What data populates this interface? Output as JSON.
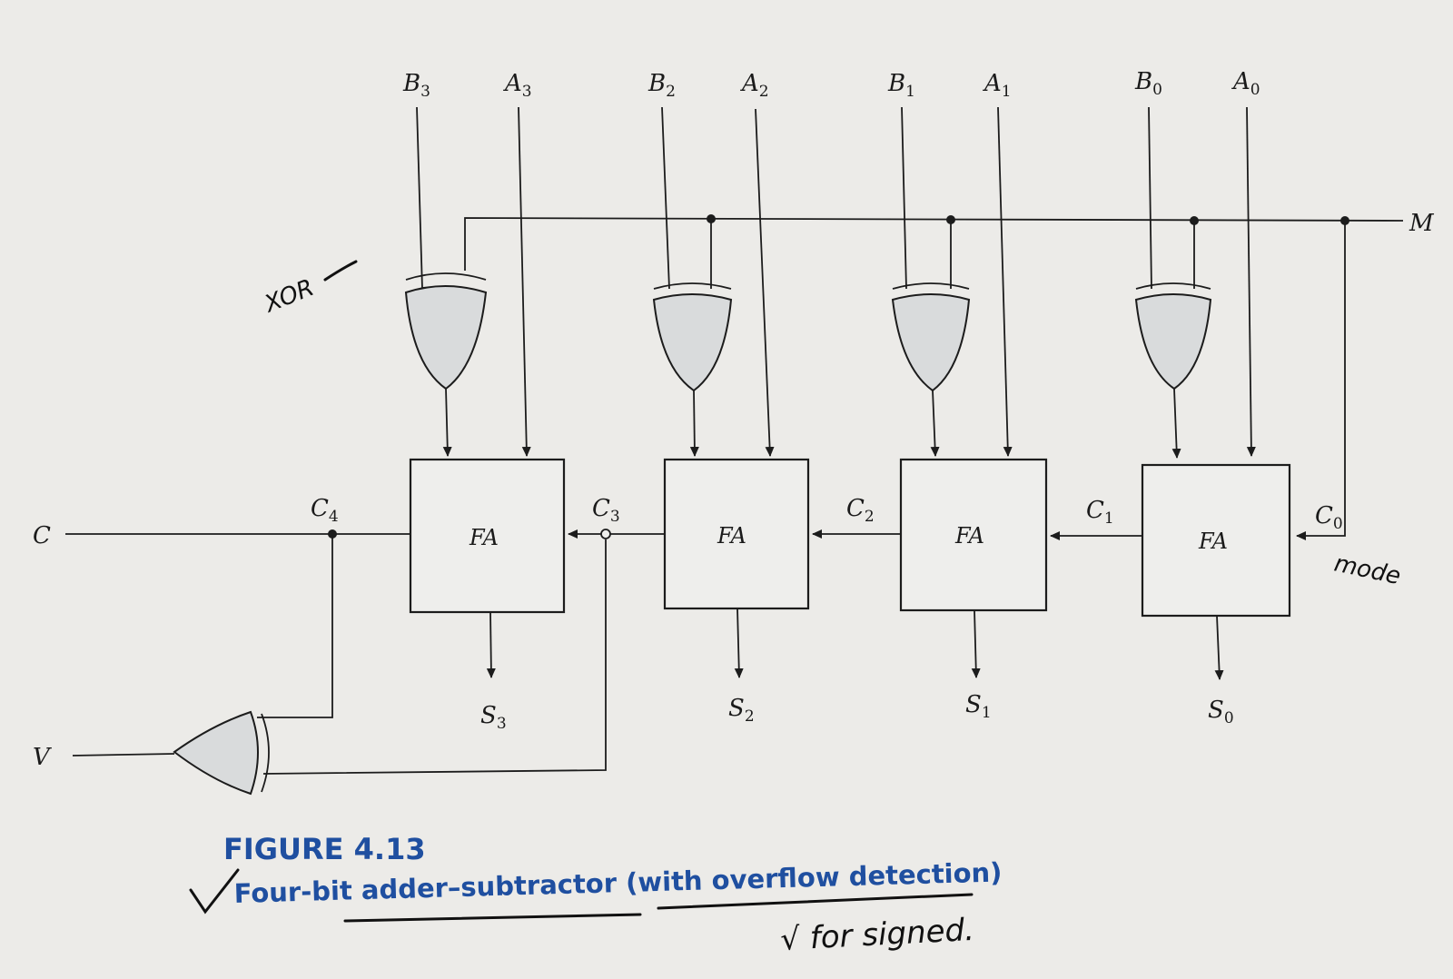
{
  "inputs": [
    {
      "b": "B",
      "b_sub": "3",
      "a": "A",
      "a_sub": "3"
    },
    {
      "b": "B",
      "b_sub": "2",
      "a": "A",
      "a_sub": "2"
    },
    {
      "b": "B",
      "b_sub": "1",
      "a": "A",
      "a_sub": "1"
    },
    {
      "b": "B",
      "b_sub": "0",
      "a": "A",
      "a_sub": "0"
    }
  ],
  "mode_line": "M",
  "adder_label": "FA",
  "carries": [
    {
      "c": "C",
      "sub": "4"
    },
    {
      "c": "C",
      "sub": "3"
    },
    {
      "c": "C",
      "sub": "2"
    },
    {
      "c": "C",
      "sub": "1"
    },
    {
      "c": "C",
      "sub": "0"
    }
  ],
  "sums": [
    {
      "s": "S",
      "sub": "3"
    },
    {
      "s": "S",
      "sub": "2"
    },
    {
      "s": "S",
      "sub": "1"
    },
    {
      "s": "S",
      "sub": "0"
    }
  ],
  "carry_out": "C",
  "overflow": "V",
  "caption": {
    "number": "FIGURE 4.13",
    "title": "Four-bit adder–subtractor (with overflow detection)"
  },
  "annotations": {
    "xor": "XOR",
    "mode": "mode",
    "signed_note": "√ for signed."
  }
}
